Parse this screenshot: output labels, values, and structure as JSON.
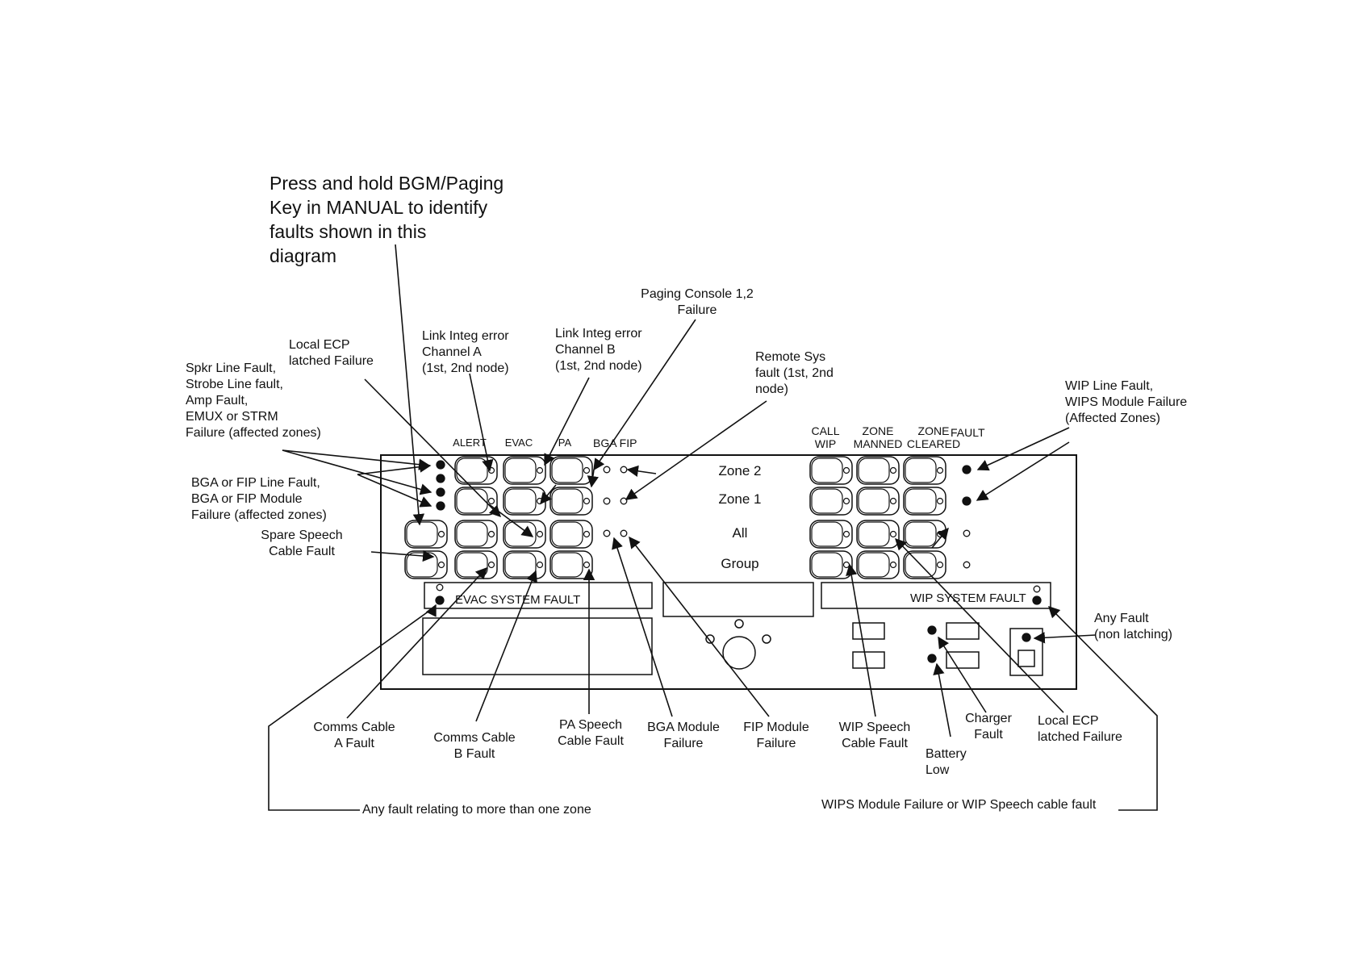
{
  "instruction": "Press and hold BGM/Paging\nKey in MANUAL to identify\nfaults shown in this\ndiagram",
  "column_headers": {
    "alert": "ALERT",
    "evac": "EVAC",
    "pa": "PA",
    "bga_fip": "BGA FIP",
    "call_wip": "CALL\nWIP",
    "zone_manned": "ZONE\nMANNED",
    "zone_cleared": "ZONE\nCLEARED",
    "fault": "FAULT"
  },
  "rows": {
    "zone2": "Zone 2",
    "zone1": "Zone 1",
    "all": "All",
    "group": "Group"
  },
  "panel_labels": {
    "evac_system_fault": "EVAC SYSTEM FAULT",
    "wip_system_fault": "WIP SYSTEM FAULT"
  },
  "callouts": {
    "spkr_line": "Spkr Line Fault,\nStrobe Line fault,\nAmp Fault,\nEMUX or STRM\nFailure (affected zones)",
    "local_ecp_top": "Local ECP\nlatched Failure",
    "link_a": "Link Integ error\nChannel A\n(1st, 2nd node)",
    "link_b": "Link Integ error\nChannel B\n(1st, 2nd node)",
    "paging_console": "Paging Console 1,2\nFailure",
    "remote_sys": "Remote Sys\nfault (1st, 2nd\nnode)",
    "wip_line": "WIP Line Fault,\nWIPS Module Failure\n(Affected Zones)",
    "bga_fip_line": "BGA or FIP Line Fault,\nBGA or FIP Module\nFailure (affected zones)",
    "spare_speech": "Spare Speech\nCable Fault",
    "any_fault": "Any Fault\n(non latching)",
    "comms_a": "Comms Cable\nA Fault",
    "comms_b": "Comms Cable\nB Fault",
    "pa_speech": "PA Speech\nCable Fault",
    "bga_module": "BGA Module\nFailure",
    "fip_module": "FIP Module\nFailure",
    "wip_speech": "WIP Speech\nCable Fault",
    "charger": "Charger\nFault",
    "battery": "Battery\nLow",
    "local_ecp_bottom": "Local ECP\nlatched Failure",
    "multi_zone": "Any fault relating to more than one zone",
    "wips_bottom": "WIPS Module Failure or WIP Speech cable fault"
  }
}
